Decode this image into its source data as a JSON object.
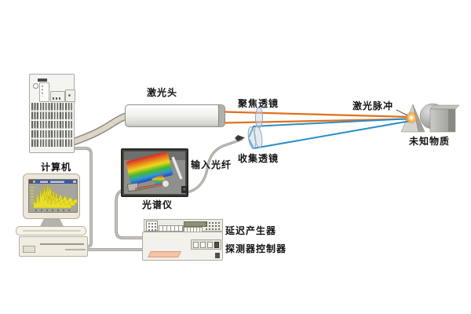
{
  "labels": {
    "laser_head": "激光头",
    "focusing_lens": "聚焦透镜",
    "laser_pulse": "激光脉冲",
    "unknown_substance": "未知物质",
    "collection_lens": "收集透镜",
    "input_fiber": "输入光纤",
    "computer": "计算机",
    "spectrometer": "光谱仪",
    "delay_generator": "延迟产生器",
    "detector_controller": "探测器控制器"
  },
  "colors": {
    "laser_beam_orange": "#e0701e",
    "collected_light_blue": "#2d8dc4",
    "spark_glow": "#ffb340",
    "spectrum_yellow": "#e9de2c",
    "screen_titlebar_blue": "#3d55a0",
    "cable_gray": "#c4c1ba",
    "cable_beige": "#ddd5c7",
    "device_beige": "#f2f0ea",
    "salmon_slot": "#f6c3a8"
  }
}
